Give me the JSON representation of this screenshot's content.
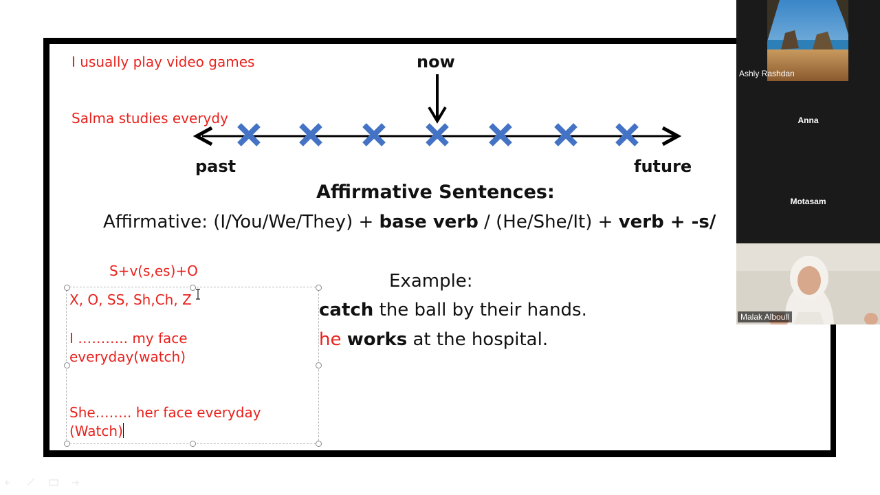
{
  "slide": {
    "note_line1": "I usually play video games",
    "note_line2": "Salma studies everydy",
    "timeline": {
      "now": "now",
      "past": "past",
      "future": "future",
      "marker_color": "#4472c4"
    },
    "heading": "Affirmative Sentences:",
    "formula": {
      "p1": "Affirmative: (I/You/We/They) + ",
      "b1": "base verb",
      "p2": " / (He/She/It) + ",
      "b2": "verb + -s/"
    },
    "rule": "S+v(s,es)+O",
    "example_title": "Example:",
    "example1": {
      "bold": "catch",
      "rest": " the ball by their hands."
    },
    "example2": {
      "prefix": "he",
      "bold": "works",
      "rest": " at the hospital."
    },
    "textbox": {
      "line1": "X, O, SS, Sh,Ch, Z",
      "line2a": "I ……….. my face",
      "line2b": "everyday(watch)",
      "line3a": "She…….. her face everyday",
      "line3b": "(Watch)"
    }
  },
  "participants": [
    {
      "name": "Ashly Rashdan"
    },
    {
      "name": "Anna"
    },
    {
      "name": "Motasam"
    },
    {
      "name": "Malak Alboull"
    }
  ],
  "colors": {
    "annotation_red": "#e8211c",
    "panel_bg": "#1a1a1a"
  }
}
